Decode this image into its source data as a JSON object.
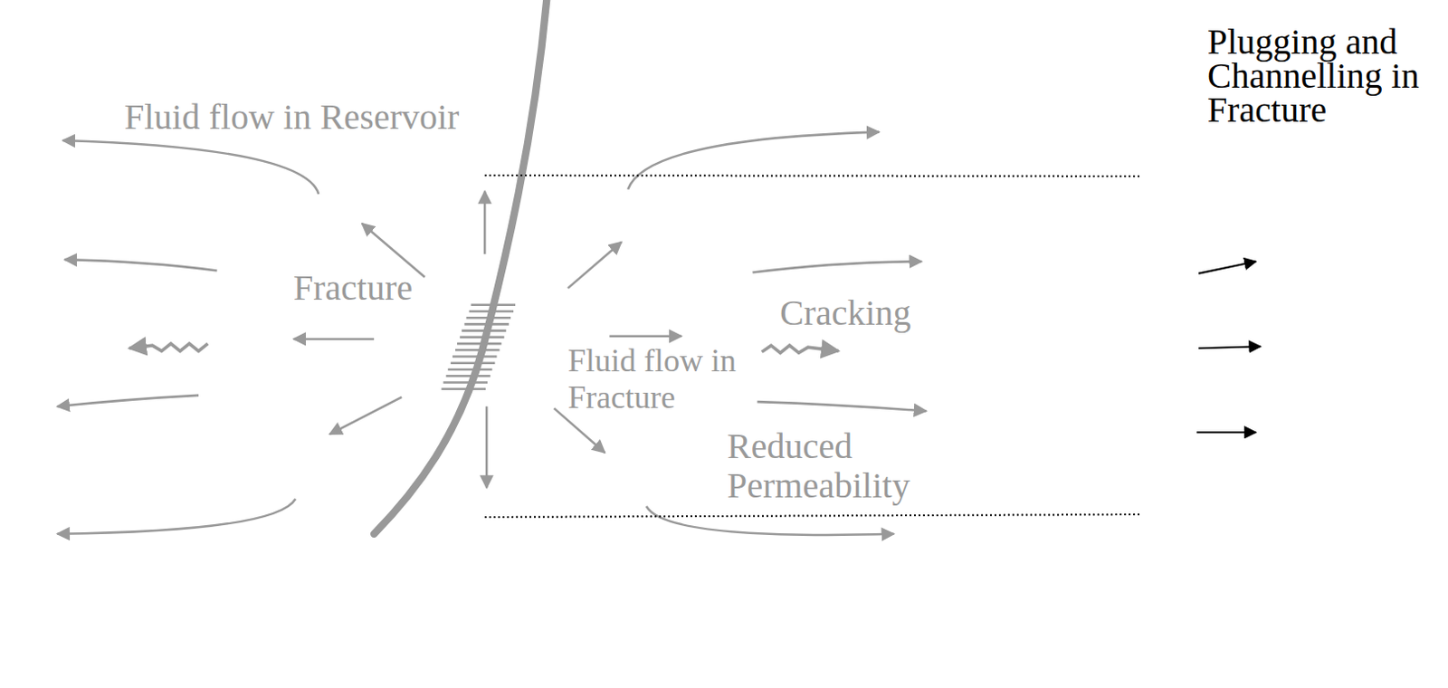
{
  "diagram": {
    "nodes": [
      {
        "text": [
          "Fluid flow in Reservoir"
        ]
      },
      {
        "text": [
          "Cracking",
          "Reduced Permeability"
        ],
        "in": 0
      },
      {
        "text": [
          "Fracture",
          "Fluid flow in Fracture"
        ],
        "in": 1
      },
      {
        "text": [
          "Plugging and Channelling in Fracture"
        ]
      }
    ],
    "edges": [
      {
        "from": 2,
        "to": 3,
        "arrow": "none"
      }
    ]
  }
}
